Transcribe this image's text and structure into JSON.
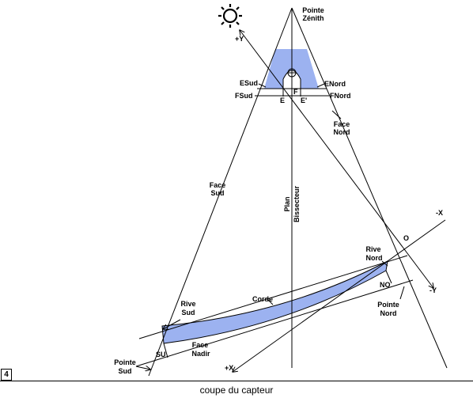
{
  "labels": {
    "pointe": "Pointe",
    "zenith": "Zénith",
    "plus_y": "+Y",
    "esud": "ESud",
    "fsud": "FSud",
    "e": "E",
    "f": "F",
    "e_prime": "E'",
    "enord": "ENord",
    "fnord": "FNord",
    "face_nord_1": "Face",
    "face_nord_2": "Nord",
    "face_sud_1": "Face",
    "face_sud_2": "Sud",
    "plan": "Plan",
    "bissecteur": "Bissecteur",
    "minus_x": "-X",
    "o": "O",
    "rive_nord_1": "Rive",
    "rive_nord_2": "Nord",
    "no": "NO",
    "minus_y": "-Y",
    "corde": "Corde",
    "rive_sud_1": "Rive",
    "rive_sud_2": "Sud",
    "pointe_nord_1": "Pointe",
    "pointe_nord_2": "Nord",
    "face_nadir_1": "Face",
    "face_nadir_2": "Nadir",
    "su": "SU",
    "pointe_sud_1": "Pointe",
    "pointe_sud_2": "Sud",
    "plus_x": "+X"
  },
  "figure_number": "4",
  "caption": "coupe du capteur",
  "colors": {
    "fill": "#9cb2f0",
    "stroke": "#000000"
  }
}
